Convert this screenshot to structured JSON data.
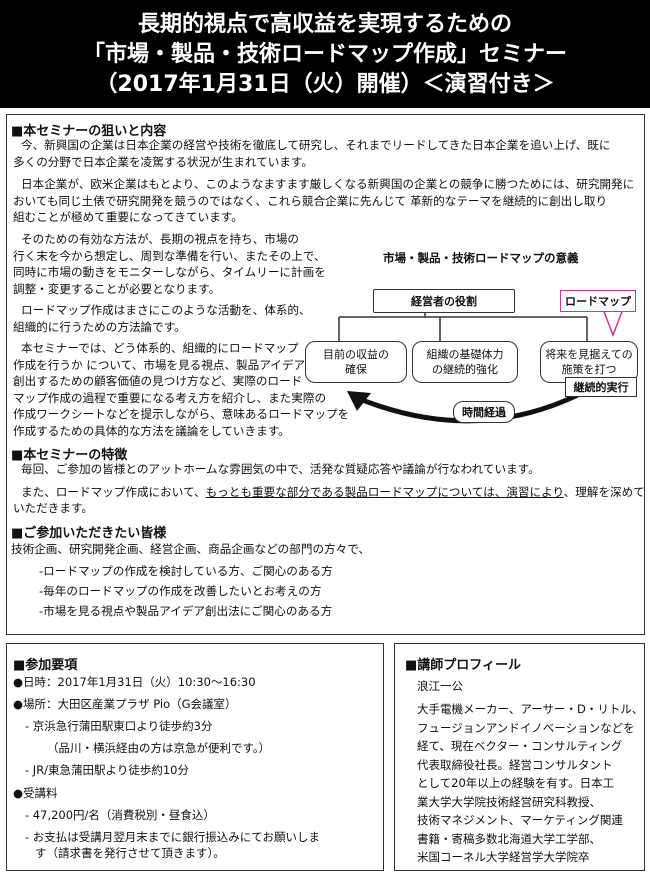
{
  "header": {
    "line1": "長期的視点で高収益を実現するための",
    "line2": "「市場・製品・技術ロードマップ作成」セミナー",
    "line3": "（2017年1月31日（火）開催）＜演習付き＞"
  },
  "section1": {
    "title": "■本セミナーの狙いと内容",
    "p1": [
      "今、新興国の企業は日本企業の経営や技術を徹底して研究し、それまでリードしてきた日本企業を追い上げ、既に",
      "多くの分野で日本企業を凌駕する状況が生まれています。"
    ],
    "p2": [
      "日本企業が、欧米企業はもとより、このようなますます厳しくなる新興国の企業との競争に勝つためには、研究開発に",
      "おいても同じ土俵で研究開発を競うのではなく、これら競合企業に先んじて 革新的なテーマを継続的に創出し取り",
      "組むことが極めて重要になってきています。"
    ],
    "p3": [
      "そのための有効な方法が、長期の視点を持ち、市場の",
      "行く末を今から想定し、周到な準備を行い、またその上で、",
      "同時に市場の動きをモニターしながら、タイムリーに計画を",
      "調整・変更することが必要となります。"
    ],
    "p4": [
      "ロードマップ作成はまさにこのような活動を、体系的、",
      "組織的に行うための方法論です。"
    ],
    "p5": [
      "本セミナーでは、どう体系的、組織的にロードマップ",
      "作成を行うか について、市場を見る視点、製品アイデアを",
      "創出するための顧客価値の見つけ方など、実際のロード",
      "マップ作成の過程で重要になる考え方を紹介し、また実際の",
      "作成ワークシートなどを提示しながら、意味あるロードマップを",
      "作成するための具体的な方法を議論をしていきます。"
    ]
  },
  "figure": {
    "title": "市場・製品・技術ロードマップの意義",
    "top_node": "経営者の役割",
    "node_left": [
      "目前の収益の",
      "確保"
    ],
    "node_mid": [
      "組織の基礎体力",
      "の継続的強化"
    ],
    "node_right": [
      "将来を見据えての",
      "施策を打つ"
    ],
    "callout": "ロードマップ",
    "continuous": "継続的実行",
    "time": "時間経過"
  },
  "section2": {
    "title": "■本セミナーの特徴",
    "p1": "毎回、ご参加の皆様とのアットホームな雰囲気の中で、活発な質疑応答や議論が行なわれています。",
    "p2a": "また、ロードマップ作成において、",
    "p2b": "もっとも重要な部分である製品ロードマップについては、演習により",
    "p2c": "、理解を深めて",
    "p2d": "いただきます。"
  },
  "section3": {
    "title": "■ご参加いただきたい皆様",
    "intro": "技術企画、研究開発企画、経営企画、商品企画などの部門の方々で、",
    "items": [
      "-ロードマップの作成を検討している方、ご関心のある方",
      "-毎年のロードマップの作成を改善したいとお考えの方",
      "-市場を見る視点や製品アイデア創出法にご関心のある方"
    ]
  },
  "details": {
    "title": "■参加要項",
    "date_label": "●日時：",
    "date_value": "2017年1月31日（火）10:30～16:30",
    "place_label": "●場所：",
    "place_value": "大田区産業プラザ Pio（G会議室）",
    "access1": "- 京浜急行蒲田駅東口より徒歩約3分",
    "access1_note": "（品川・横浜経由の方は京急が便利です。）",
    "access2": "- JR/東急蒲田駅より徒歩約10分",
    "fee_label": "●受講料",
    "fee_value": "- 47,200円/名（消費税別・昼食込）",
    "payment1": "- お支払は受講月翌月末までに銀行振込みにてお願いしま",
    "payment2": "す（請求書を発行させて頂きます）。"
  },
  "profile": {
    "title": "■講師プロフィール",
    "name": "浪江一公",
    "bio": [
      "大手電機メーカー、アーサー・D・リトル、",
      "フュージョンアンドイノベーションなどを",
      "経て、現在ベクター・コンサルティング",
      "代表取締役社長。経営コンサルタント",
      "として20年以上の経験を有す。日本工",
      "業大学大学院技術経営研究科教授、",
      "技術マネジメント、マーケティング関連",
      "書籍・寄稿多数北海道大学工学部、",
      "米国コーネル大学経営学大学院卒"
    ]
  }
}
